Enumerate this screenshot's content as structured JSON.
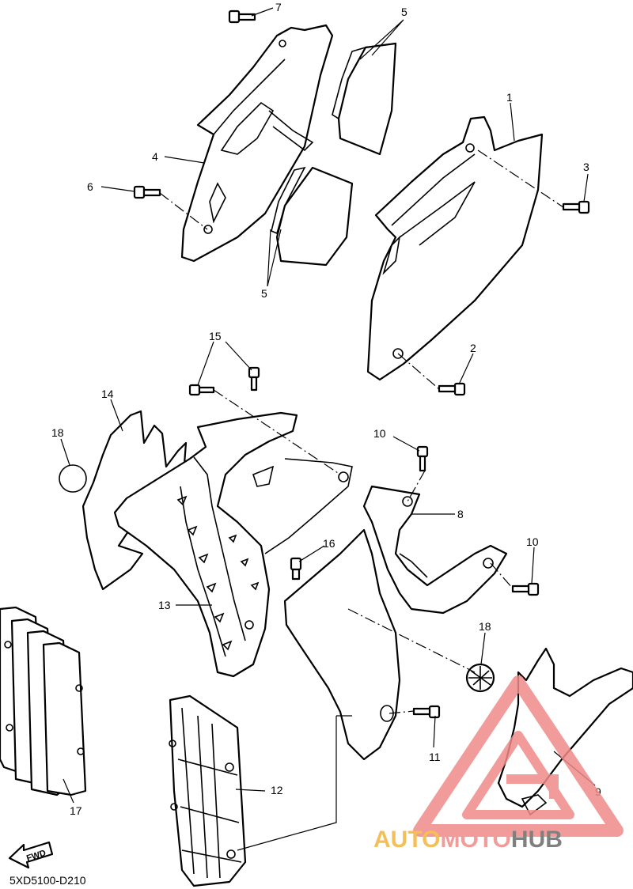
{
  "diagram": {
    "part_code": "5XD5100-D210",
    "fwd_label": "FWD",
    "callouts": [
      {
        "id": "c1",
        "label": "1"
      },
      {
        "id": "c2",
        "label": "2"
      },
      {
        "id": "c3",
        "label": "3"
      },
      {
        "id": "c4",
        "label": "4"
      },
      {
        "id": "c5a",
        "label": "5"
      },
      {
        "id": "c5b",
        "label": "5"
      },
      {
        "id": "c6",
        "label": "6"
      },
      {
        "id": "c7",
        "label": "7"
      },
      {
        "id": "c8",
        "label": "8"
      },
      {
        "id": "c9",
        "label": "9"
      },
      {
        "id": "c10a",
        "label": "10"
      },
      {
        "id": "c10b",
        "label": "10"
      },
      {
        "id": "c11",
        "label": "11"
      },
      {
        "id": "c12",
        "label": "12"
      },
      {
        "id": "c13",
        "label": "13"
      },
      {
        "id": "c14",
        "label": "14"
      },
      {
        "id": "c15",
        "label": "15"
      },
      {
        "id": "c16",
        "label": "16"
      },
      {
        "id": "c17",
        "label": "17"
      },
      {
        "id": "c18a",
        "label": "18"
      },
      {
        "id": "c18b",
        "label": "18"
      }
    ]
  },
  "watermark": {
    "part1": "AUTO",
    "part2": "MOTO",
    "part3": "HUB",
    "colors": {
      "auto": "#f3b43b",
      "moto": "#f08a8a",
      "hub": "#6b6b6b"
    }
  }
}
